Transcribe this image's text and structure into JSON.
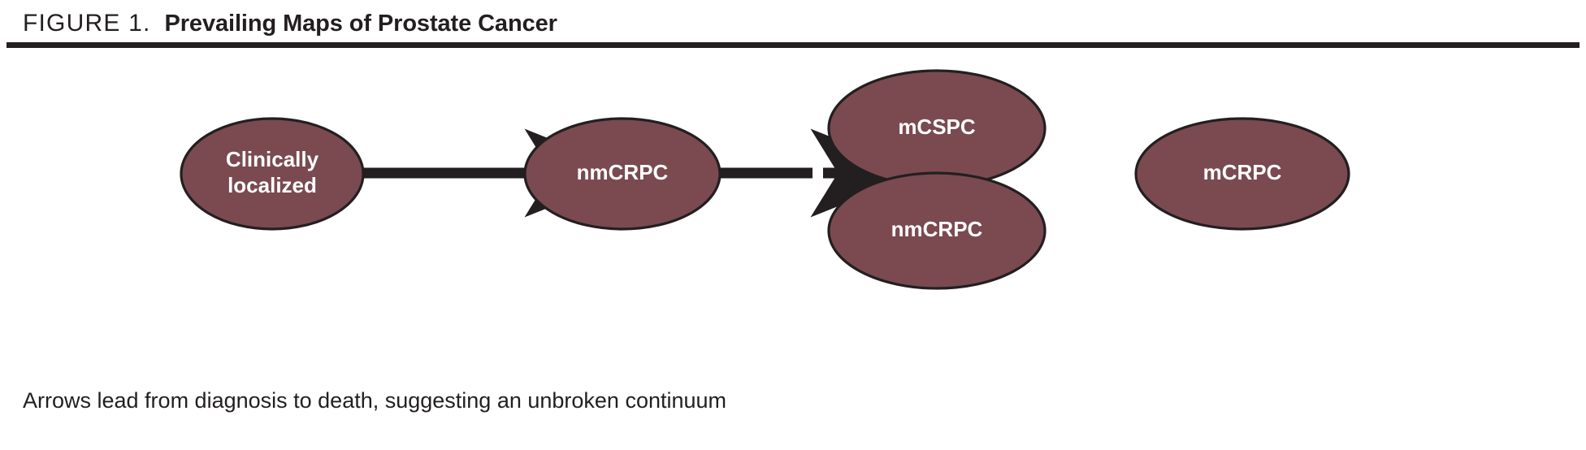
{
  "header": {
    "figure_label": "FIGURE 1.",
    "title": "Prevailing Maps of Prostate Cancer"
  },
  "diagram": {
    "nodes": [
      {
        "id": "clinically-localized",
        "label_line1": "Clinically",
        "label_line2": "localized"
      },
      {
        "id": "nmcrpc-early",
        "label": "nmCRPC"
      },
      {
        "id": "mcspc",
        "label": "mCSPC"
      },
      {
        "id": "nmcrpc-late",
        "label": "nmCRPC"
      },
      {
        "id": "mcrpc",
        "label": "mCRPC"
      }
    ],
    "arrows": [
      {
        "id": "arrow-1",
        "from": "clinically-localized",
        "to": "nmcrpc-early"
      },
      {
        "id": "arrow-2",
        "from": "nmcrpc-early",
        "to": "mcspc-nmcrpc-group"
      },
      {
        "id": "arrow-3",
        "from": "mcspc-nmcrpc-group",
        "to": "mcrpc"
      }
    ],
    "colors": {
      "node_fill": "#7a4a50",
      "node_stroke": "#231f20",
      "node_text": "#ffffff",
      "arrow": "#231f20",
      "rule": "#231f20",
      "background": "#ffffff"
    }
  },
  "caption": {
    "text": "Arrows lead from diagnosis to death, suggesting an unbroken continuum"
  }
}
